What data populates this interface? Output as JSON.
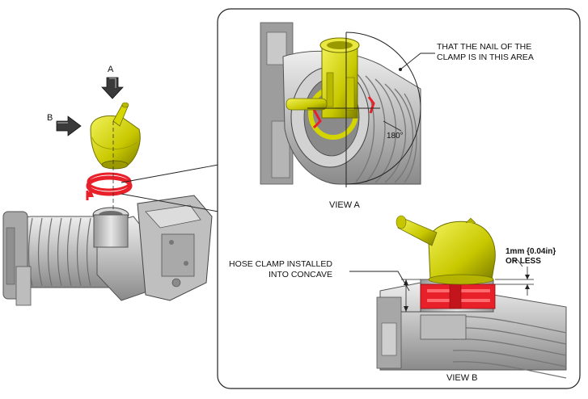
{
  "labels": {
    "arrow_a": "A",
    "arrow_b": "B",
    "view_a": "VIEW A",
    "view_b": "VIEW B",
    "nail_line1": "THAT THE NAIL OF THE",
    "nail_line2": "CLAMP IS IN THIS AREA",
    "angle": "180°",
    "hose_line1": "HOSE CLAMP INSTALLED",
    "hose_line2": "INTO CONCAVE",
    "dim_line1": "1mm {0.04in}",
    "dim_line2": "OR LESS"
  },
  "colors": {
    "yellow": "#d4d400",
    "yellow_dark": "#8c8c00",
    "clamp_red": "#e8202a",
    "metal": "#c8c8c8",
    "metal_dark": "#7a7a7a",
    "line": "#222222"
  }
}
